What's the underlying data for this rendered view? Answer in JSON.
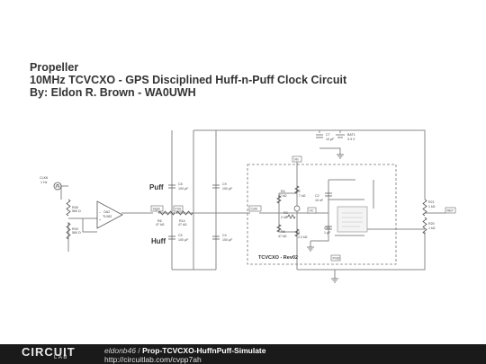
{
  "title": {
    "line1": "Propeller",
    "line2": "10MHz TCVCXO - GPS Disciplined Huff-n-Puff Clock Circuit",
    "line3": "By: Eldon R. Brown - WA0UWH"
  },
  "schematic": {
    "puff": "Puff",
    "huff": "Huff",
    "box_label": "TCVCXO - Rev02",
    "clk": [
      "CLK6",
      "1 Hz"
    ],
    "r8": [
      "R08",
      "560 Ω"
    ],
    "r9": [
      "R09",
      "560 Ω"
    ],
    "opamp": [
      "OA2",
      "TL082"
    ],
    "sig_in": "SigIn",
    "fin": "FInt",
    "r6": [
      "R6",
      "47 kΩ"
    ],
    "r14": [
      "R14",
      "47 kΩ"
    ],
    "c8": [
      "C8",
      "100 µF"
    ],
    "c9": [
      "C9",
      "100 µF"
    ],
    "c5": [
      "C5",
      "100 µF"
    ],
    "c4": [
      "C4",
      "100 µF"
    ],
    "cntrl": "Cntrl",
    "c7": [
      "C7",
      "10 µF"
    ],
    "bat1": [
      "BAT1",
      "3.3 V"
    ],
    "vin": "Vin",
    "vc": "VC",
    "r4": [
      "R4",
      "47 kΩ"
    ],
    "r2": [
      "R2",
      "7 kΩ"
    ],
    "r3": [
      "R3",
      "2 kΩ"
    ],
    "r5": [
      "R5",
      "47 kΩ"
    ],
    "r1": [
      "R1",
      "2.2 kΩ"
    ],
    "c2": [
      "C2",
      "10 nF"
    ],
    "c10": [
      "C10",
      "1 µF"
    ],
    "r21": [
      "R21",
      "1 kΩ"
    ],
    "r20": [
      "R20",
      "1 kΩ"
    ],
    "ref": "REF",
    "pmd": "PmD"
  },
  "footer": {
    "logo_top": "CIRCUIT",
    "logo_bottom": "LAB",
    "author": "eldonb46",
    "separator": " / ",
    "project": "Prop-TCVCXO-HuffnPuff-Simulate",
    "url": "http://circuitlab.com/cvpp7ah"
  }
}
